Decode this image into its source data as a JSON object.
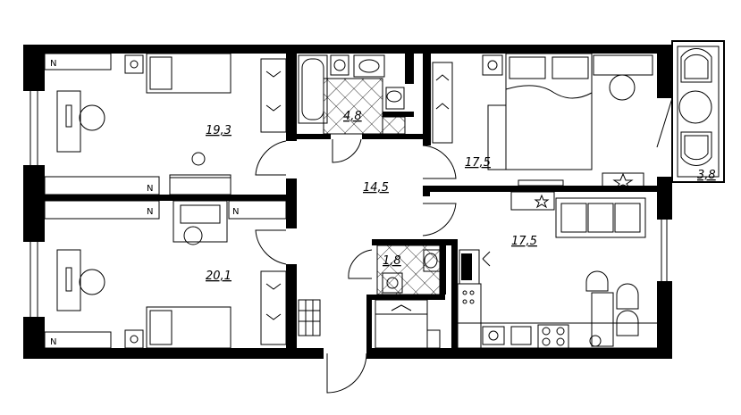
{
  "rooms": {
    "bedroom_top_left": {
      "area": "19,3"
    },
    "bedroom_bottom_left": {
      "area": "20,1"
    },
    "bathroom": {
      "area": "4,8"
    },
    "hall": {
      "area": "14,5"
    },
    "bedroom_master": {
      "area": "17,5"
    },
    "kitchen_living": {
      "area": "17,5"
    },
    "wc": {
      "area": "1,8"
    },
    "balcony": {
      "area": "3,8"
    }
  }
}
